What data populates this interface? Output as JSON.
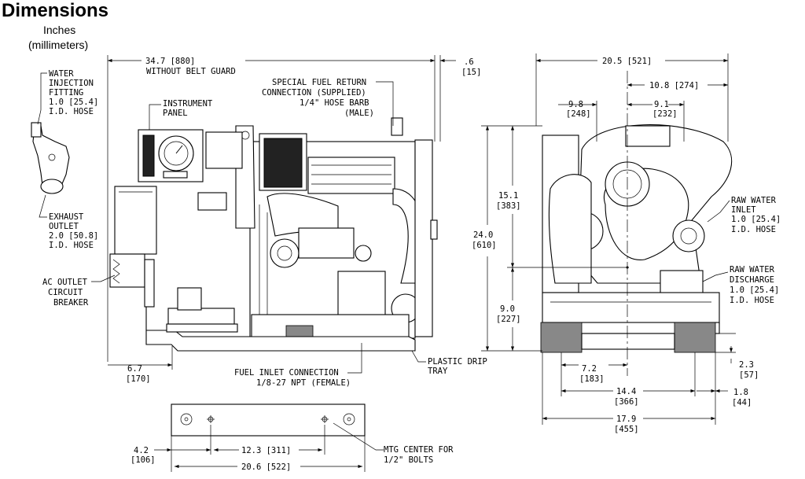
{
  "header": {
    "title": "Dimensions",
    "units_line1": "Inches",
    "units_line2": "(millimeters)"
  },
  "side_view": {
    "overall_length": "34.7 [880]",
    "overall_length_note": "WITHOUT BELT GUARD",
    "front_offset": ".6",
    "front_offset_mm": "[15]",
    "rear_offset": "6.7",
    "rear_offset_mm": "[170]",
    "water_injection": [
      "WATER",
      "INJECTION",
      "FITTING",
      "1.0 [25.4]",
      "I.D. HOSE"
    ],
    "instrument_panel": [
      "INSTRUMENT",
      "PANEL"
    ],
    "fuel_return": [
      "SPECIAL FUEL RETURN",
      "CONNECTION (SUPPLIED)",
      "1/4\" HOSE BARB",
      "(MALE)"
    ],
    "exhaust_outlet": [
      "EXHAUST",
      "OUTLET",
      "2.0 [50.8]",
      "I.D. HOSE"
    ],
    "ac_outlet": [
      "AC OUTLET",
      "CIRCUIT",
      "BREAKER"
    ],
    "fuel_inlet": [
      "FUEL INLET CONNECTION",
      "1/8-27 NPT (FEMALE)"
    ],
    "drip_tray": [
      "PLASTIC DRIP",
      "TRAY"
    ]
  },
  "front_view": {
    "overall_width": "20.5 [521]",
    "half_width_right": "10.8 [274]",
    "left_offset": "9.8",
    "left_offset_mm": "[248]",
    "right_offset": "9.1",
    "right_offset_mm": "[232]",
    "height_upper": "15.1",
    "height_upper_mm": "[383]",
    "overall_height": "24.0",
    "overall_height_mm": "[610]",
    "height_lower": "9.0",
    "height_lower_mm": "[227]",
    "raw_water_inlet": [
      "RAW WATER",
      "INLET",
      "1.0 [25.4]",
      "I.D. HOSE"
    ],
    "raw_water_discharge": [
      "RAW WATER",
      "DISCHARGE",
      "1.0 [25.4]",
      "I.D. HOSE"
    ],
    "base_half": "7.2",
    "base_half_mm": "[183]",
    "foot_height": "2.3",
    "foot_height_mm": "[57]",
    "mount_width": "14.4",
    "mount_width_mm": "[366]",
    "foot_offset": "1.8",
    "foot_offset_mm": "[44]",
    "base_width": "17.9",
    "base_width_mm": "[455]"
  },
  "mount_view": {
    "mount_offset": "4.2",
    "mount_offset_mm": "[106]",
    "mount_spacing": "12.3 [311]",
    "base_length": "20.6 [522]",
    "mtg_center": [
      "MTG CENTER FOR",
      "1/2\" BOLTS"
    ]
  }
}
